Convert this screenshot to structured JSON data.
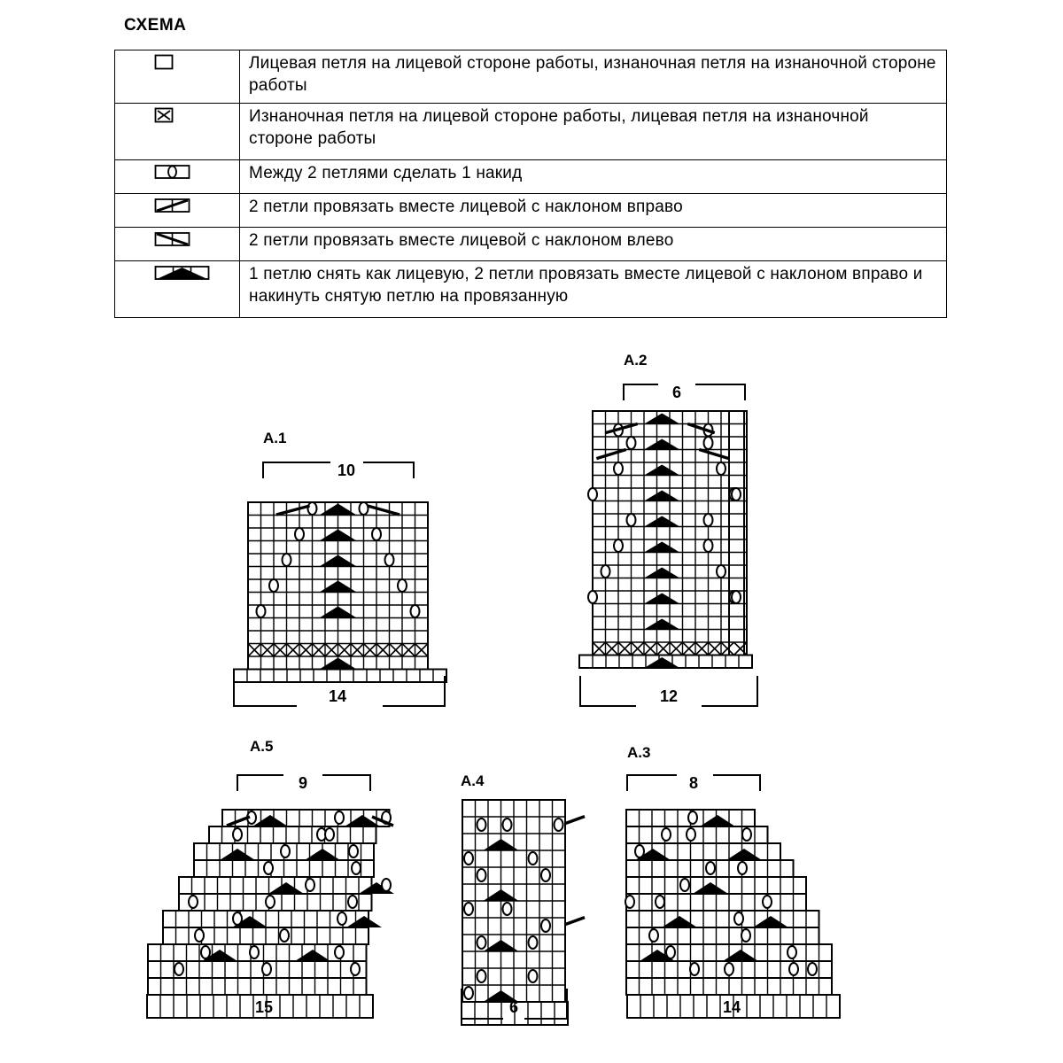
{
  "heading": "СХЕМА",
  "legend": [
    {
      "icon": "knit-square-icon",
      "text": "Лицевая петля на лицевой стороне работы, изнаночная петля на изнаночной стороне работы"
    },
    {
      "icon": "purl-cross-square-icon",
      "text": "Изнаночная петля на лицевой стороне работы, лицевая петля на изнаночной стороне работы"
    },
    {
      "icon": "yarn-over-icon",
      "text": "Между 2 петлями сделать 1 накид"
    },
    {
      "icon": "k2tog-right-icon",
      "text": "2 петли провязать вместе лицевой с наклоном вправо"
    },
    {
      "icon": "ssk-left-icon",
      "text": "2 петли провязать вместе лицевой с наклоном влево"
    },
    {
      "icon": "double-decrease-icon",
      "text": "1 петлю снять как лицевую, 2 петли провязать вместе лицевой с наклоном вправо и накинуть снятую петлю на провязанную"
    }
  ],
  "charts": [
    {
      "label": "A.1",
      "repeat": "10",
      "stitches": "14"
    },
    {
      "label": "A.2",
      "repeat": "6",
      "stitches": "12"
    },
    {
      "label": "A.5",
      "repeat": "9",
      "stitches": "15"
    },
    {
      "label": "A.4",
      "stitches": "6"
    },
    {
      "label": "A.3",
      "repeat": "8",
      "stitches": "14"
    }
  ]
}
